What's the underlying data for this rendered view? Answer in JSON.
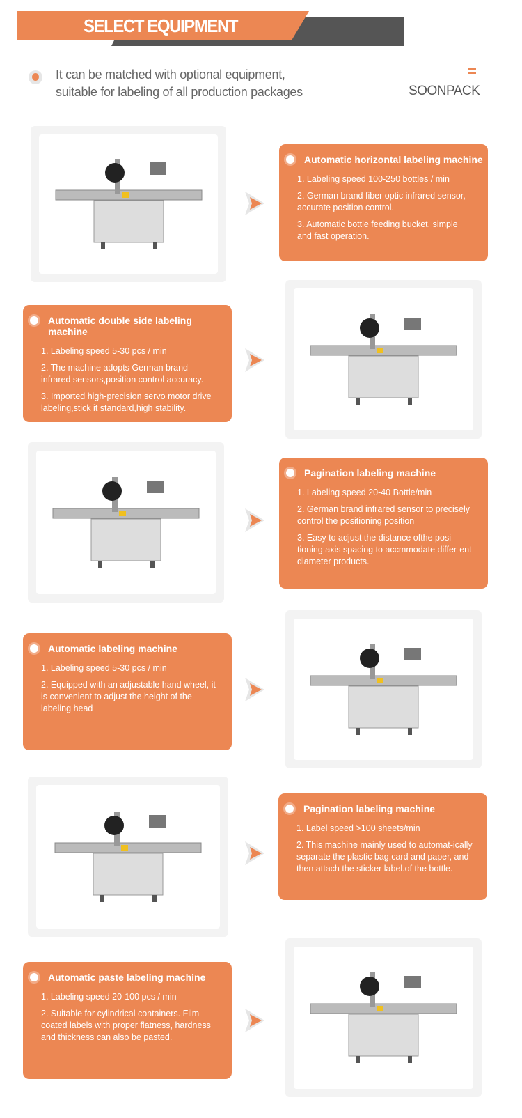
{
  "header": {
    "title": "SELECT EQUIPMENT",
    "intro_line1": "It can be matched with optional equipment,",
    "intro_line2": "suitable for labeling of all production packages",
    "brand": "SOONPACK"
  },
  "colors": {
    "accent": "#ec8753",
    "dark": "#555555"
  },
  "machines": [
    {
      "title": "Automatic horizontal labeling machine",
      "points": [
        "1. Labeling speed  100-250 bottles / min",
        "2.  German brand fiber optic infrared sensor, accurate position control.",
        "3. Automatic bottle feeding bucket, simple and fast operation."
      ]
    },
    {
      "title": "Automatic double side labeling machine",
      "points": [
        "1. Labeling speed 5-30 pcs / min",
        "2.  The machine adopts German brand infrared sensors,position control accuracy.",
        "3. Imported high-precision servo motor drive labeling,stick it standard,high stability."
      ]
    },
    {
      "title": "Pagination labeling machine",
      "points": [
        "1. Labeling speed  20-40 Bottle/min",
        "2.  German brand infrared sensor to precisely control the positioning position",
        "3. Easy to adjust the distance ofthe posi-tioning axis spacing to accmmodate differ-ent diameter products."
      ]
    },
    {
      "title": "Automatic labeling machine",
      "points": [
        "1. Labeling speed 5-30 pcs / min",
        "2.  Equipped with an adjustable hand wheel, it is convenient to adjust the height of the labeling head"
      ]
    },
    {
      "title": "Pagination labeling machine",
      "points": [
        "1. Label speed >100 sheets/min",
        "2.  This machine mainly used to automat-ically separate the plastic bag,card and paper, and then attach the sticker label.of the bottle."
      ]
    },
    {
      "title": "Automatic paste labeling machine",
      "points": [
        "1. Labeling speed 20-100 pcs / min",
        "2.  Suitable for cylindrical containers. Film-coated labels with proper flatness, hardness and thickness can also be pasted."
      ]
    }
  ]
}
